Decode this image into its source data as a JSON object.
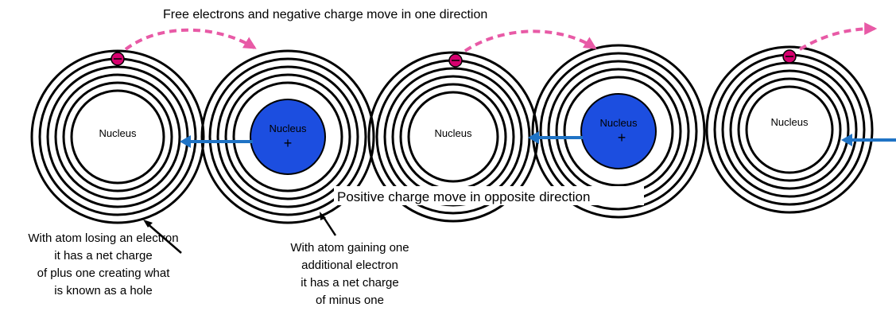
{
  "diagram": {
    "title_top": "Free electrons and negative charge move in one direction",
    "middle_label": "Positive charge move in opposite direction",
    "nucleus_label": "Nucleus",
    "plus_sign": "+",
    "notes": {
      "left": [
        "With atom losing an electron",
        "it has a net charge",
        "of plus one creating what",
        "is known as a hole"
      ],
      "right": [
        "With atom gaining one",
        "additional electron",
        "it has a net charge",
        "of minus one"
      ]
    },
    "colors": {
      "nucleus_fill": "#1c4ee0",
      "blue_arrow": "#1f73c5",
      "electron_fill": "#d6006e",
      "pink_arrow": "#e85aa6",
      "ring": "#000000"
    }
  }
}
